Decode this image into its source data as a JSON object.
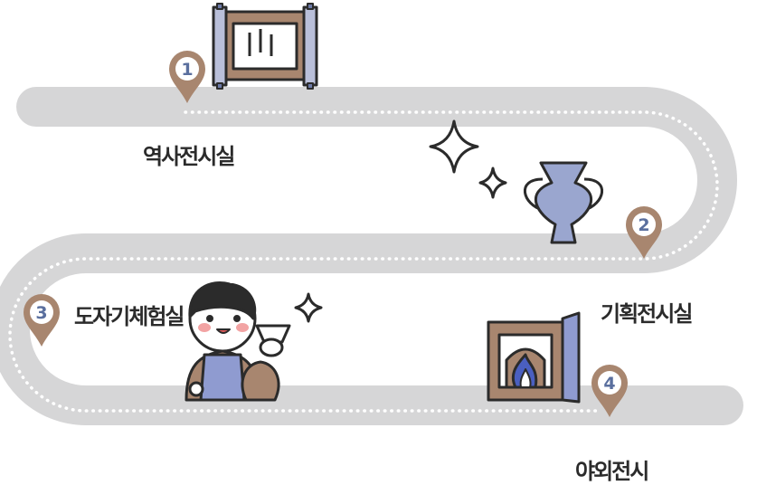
{
  "stations": [
    {
      "number": "1",
      "label": "역사전시실"
    },
    {
      "number": "2",
      "label": "기획전시실"
    },
    {
      "number": "3",
      "label": "도자기체험실"
    },
    {
      "number": "4",
      "label": "야외전시"
    }
  ],
  "colors": {
    "road": "#d6d6d7",
    "road_dots": "#ffffff",
    "pin": "#a8866f",
    "pin_number": "#5a6f9e",
    "vase": "#9aa6cf",
    "frame": "#8a6b58",
    "outline": "#2b2b2b"
  },
  "icons": [
    "scroll-icon",
    "vase-icon",
    "sparkle-icon",
    "potter-icon",
    "kiln-icon",
    "map-pin-icon"
  ]
}
